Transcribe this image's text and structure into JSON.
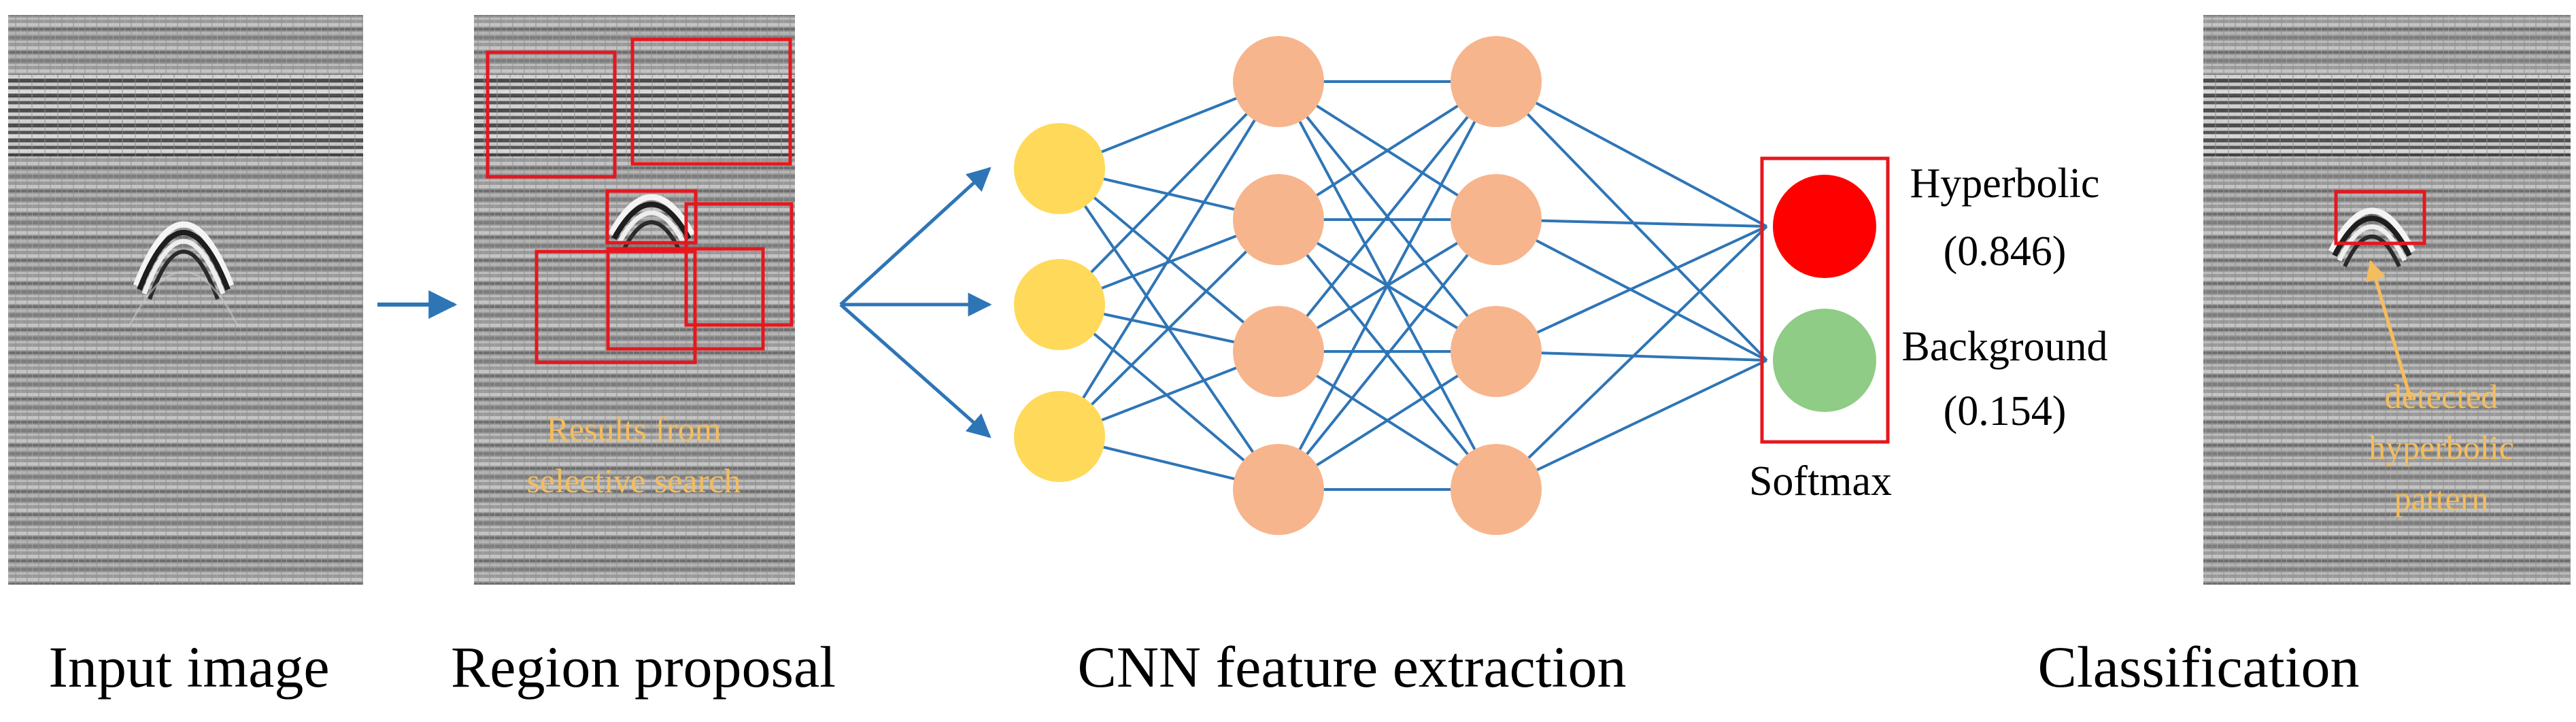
{
  "colors": {
    "arrow": "#2e75b6",
    "edge": "#2e75b6",
    "box": "#e6171e",
    "input_node": "#ffd95a",
    "hidden_node": "#f7b58d",
    "hyperbolic": "#ff0000",
    "background": "#8fcc85",
    "annotation": "#f5bd5c",
    "radar_bg": "#9b9b9b"
  },
  "annotations": {
    "region_caption_line1": "Results from",
    "region_caption_line2": "selective search",
    "detected_line1": "detected",
    "detected_line2": "hyperbolic",
    "detected_line3": "pattern"
  },
  "softmax": {
    "hyperbolic_label": "Hyperbolic",
    "hyperbolic_score": "(0.846)",
    "background_label": "Background",
    "background_score": "(0.154)",
    "label": "Softmax"
  },
  "stages": {
    "input": "Input image",
    "region": "Region proposal",
    "cnn": "CNN feature extraction",
    "classification": "Classification"
  },
  "network": {
    "layers": [
      3,
      4,
      4
    ],
    "output_nodes": 2
  }
}
